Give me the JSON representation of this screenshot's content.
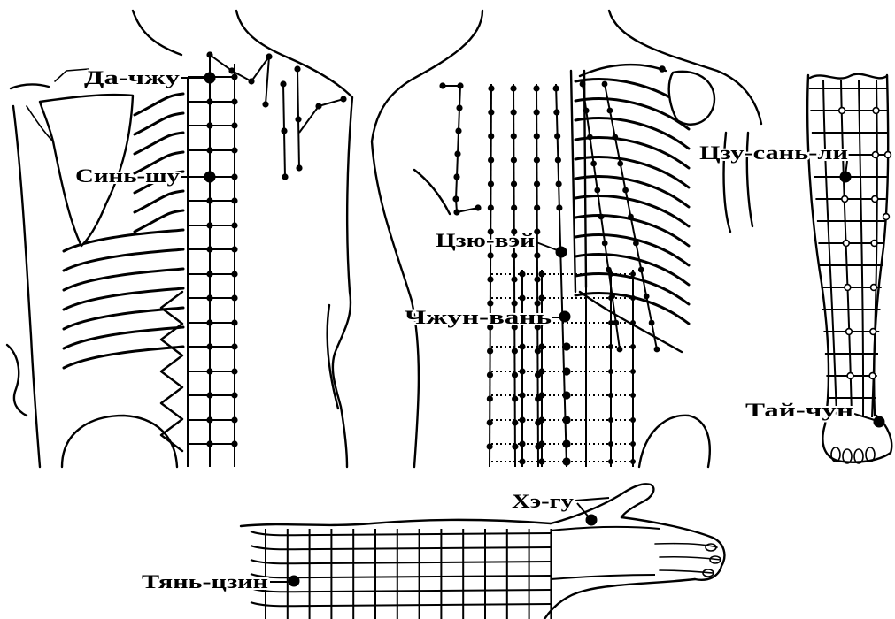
{
  "points": {
    "back": [
      "Да-чжу",
      "Синь-шу"
    ],
    "abdomen": [
      "Цзю-вэй",
      "Чжун-вань"
    ],
    "leg": [
      "Цзу-сань-ли",
      "Тай-чун"
    ],
    "arm": [
      "Хэ-гу",
      "Тянь-цзин"
    ]
  },
  "colors": {
    "ink": "#000000",
    "background": "#ffffff"
  }
}
